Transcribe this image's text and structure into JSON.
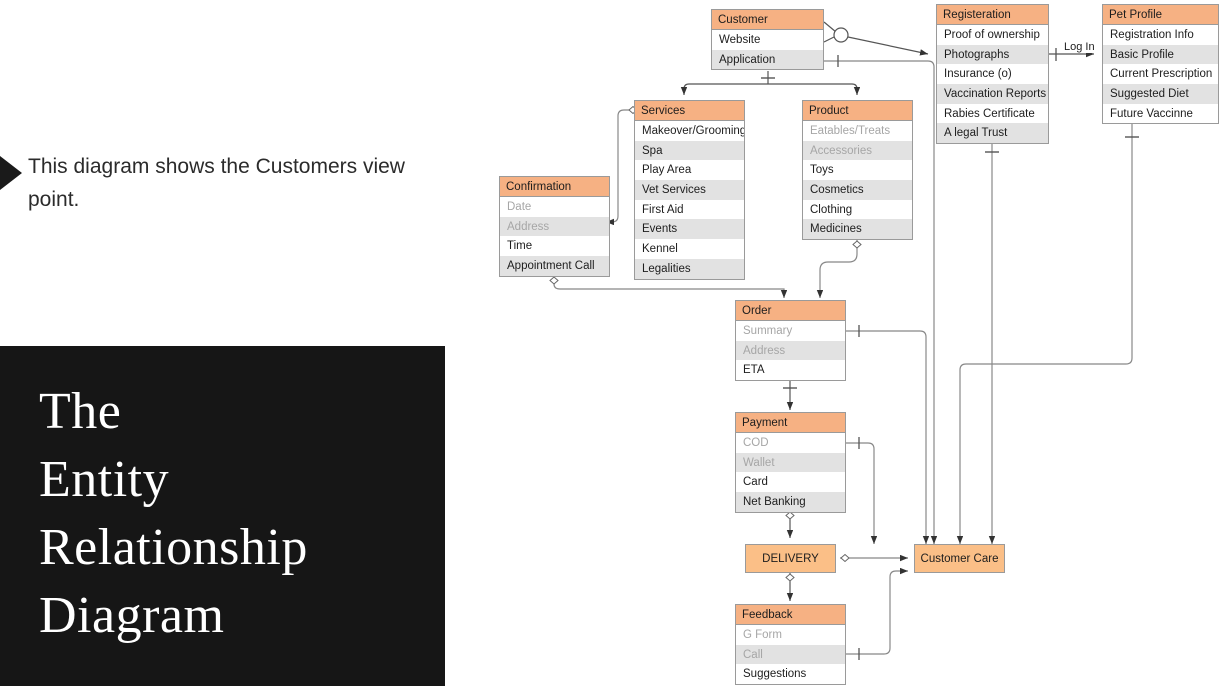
{
  "left_panel": {
    "intro_text": "This diagram shows the Customers view point.",
    "bullet_icon": "triangle-right-icon",
    "title_lines": [
      "The",
      "Entity",
      "Relationship",
      "Diagram"
    ]
  },
  "theme": {
    "header_orange": "#F6B183",
    "box_orange": "#FBBF87",
    "row_alt_gray": "#E2E2E2",
    "dim_text": "#A6A6A6",
    "border": "#9A9A9A",
    "title_bg": "#161616"
  },
  "entities": [
    {
      "id": "customer",
      "title": "Customer",
      "rows": [
        {
          "label": "Website",
          "alt": false,
          "dim": false
        },
        {
          "label": "Application",
          "alt": true,
          "dim": false
        }
      ]
    },
    {
      "id": "registeration",
      "title": "Registeration",
      "rows": [
        {
          "label": "Proof of ownership",
          "alt": false,
          "dim": false
        },
        {
          "label": "Photographs",
          "alt": true,
          "dim": false
        },
        {
          "label": "Insurance (o)",
          "alt": false,
          "dim": false
        },
        {
          "label": "Vaccination Reports",
          "alt": true,
          "dim": false
        },
        {
          "label": "Rabies Certificate",
          "alt": false,
          "dim": false
        },
        {
          "label": "A legal Trust",
          "alt": true,
          "dim": false
        }
      ]
    },
    {
      "id": "pet-profile",
      "title": "Pet Profile",
      "rows": [
        {
          "label": "Registration Info",
          "alt": false,
          "dim": false
        },
        {
          "label": "Basic Profile",
          "alt": true,
          "dim": false
        },
        {
          "label": "Current Prescription",
          "alt": false,
          "dim": false
        },
        {
          "label": "Suggested Diet",
          "alt": true,
          "dim": false
        },
        {
          "label": "Future Vaccinne",
          "alt": false,
          "dim": false
        }
      ]
    },
    {
      "id": "services",
      "title": "Services",
      "rows": [
        {
          "label": "Makeover/Grooming",
          "alt": false,
          "dim": false
        },
        {
          "label": "Spa",
          "alt": true,
          "dim": false
        },
        {
          "label": "Play Area",
          "alt": false,
          "dim": false
        },
        {
          "label": "Vet Services",
          "alt": true,
          "dim": false
        },
        {
          "label": "First Aid",
          "alt": false,
          "dim": false
        },
        {
          "label": "Events",
          "alt": true,
          "dim": false
        },
        {
          "label": "Kennel",
          "alt": false,
          "dim": false
        },
        {
          "label": "Legalities",
          "alt": true,
          "dim": false
        }
      ]
    },
    {
      "id": "product",
      "title": "Product",
      "rows": [
        {
          "label": "Eatables/Treats",
          "alt": false,
          "dim": true
        },
        {
          "label": "Accessories",
          "alt": true,
          "dim": true
        },
        {
          "label": "Toys",
          "alt": false,
          "dim": false
        },
        {
          "label": "Cosmetics",
          "alt": true,
          "dim": false
        },
        {
          "label": "Clothing",
          "alt": false,
          "dim": false
        },
        {
          "label": "Medicines",
          "alt": true,
          "dim": false
        }
      ]
    },
    {
      "id": "confirmation",
      "title": "Confirmation",
      "rows": [
        {
          "label": "Date",
          "alt": false,
          "dim": true
        },
        {
          "label": "Address",
          "alt": true,
          "dim": true
        },
        {
          "label": "Time",
          "alt": false,
          "dim": false
        },
        {
          "label": "Appointment Call",
          "alt": true,
          "dim": false
        }
      ]
    },
    {
      "id": "order",
      "title": "Order",
      "rows": [
        {
          "label": "Summary",
          "alt": false,
          "dim": true
        },
        {
          "label": "Address",
          "alt": true,
          "dim": true
        },
        {
          "label": "ETA",
          "alt": false,
          "dim": false
        }
      ]
    },
    {
      "id": "payment",
      "title": "Payment",
      "rows": [
        {
          "label": "COD",
          "alt": false,
          "dim": true
        },
        {
          "label": "Wallet",
          "alt": true,
          "dim": true
        },
        {
          "label": "Card",
          "alt": false,
          "dim": false
        },
        {
          "label": "Net Banking",
          "alt": true,
          "dim": false
        }
      ]
    },
    {
      "id": "feedback",
      "title": "Feedback",
      "rows": [
        {
          "label": "G Form",
          "alt": false,
          "dim": true
        },
        {
          "label": "Call",
          "alt": true,
          "dim": true
        },
        {
          "label": "Suggestions",
          "alt": false,
          "dim": false
        }
      ]
    }
  ],
  "plain_boxes": [
    {
      "id": "delivery",
      "label": "DELIVERY"
    },
    {
      "id": "customer-care",
      "label": "Customer Care"
    }
  ],
  "edge_labels": [
    {
      "id": "log-in",
      "label": "Log In"
    }
  ]
}
